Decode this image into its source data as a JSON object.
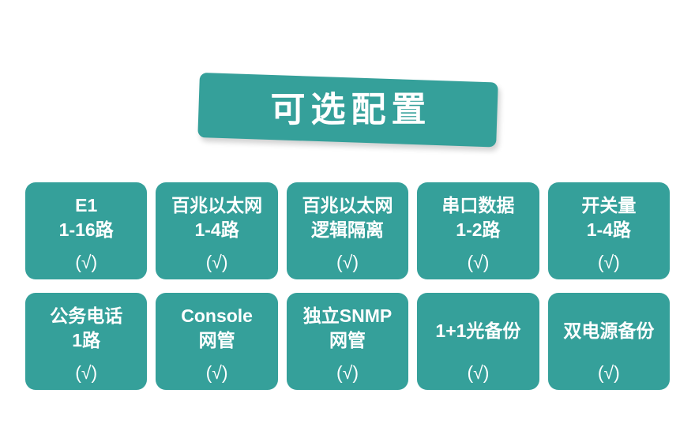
{
  "page": {
    "background_color": "#ffffff",
    "accent_color": "#35a09a",
    "text_color": "#ffffff"
  },
  "banner": {
    "title": "可选配置",
    "color": "#35a09a"
  },
  "options": {
    "check_mark": "(√)",
    "rows": [
      [
        {
          "lines": [
            "E1",
            "1-16路"
          ],
          "check": "(√)",
          "centered": false
        },
        {
          "lines": [
            "百兆以太网",
            "1-4路"
          ],
          "check": "(√)",
          "centered": false
        },
        {
          "lines": [
            "百兆以太网",
            "逻辑隔离"
          ],
          "check": "(√)",
          "centered": false
        },
        {
          "lines": [
            "串口数据",
            "1-2路"
          ],
          "check": "(√)",
          "centered": false
        },
        {
          "lines": [
            "开关量",
            "1-4路"
          ],
          "check": "(√)",
          "centered": false
        }
      ],
      [
        {
          "lines": [
            "公务电话",
            "1路"
          ],
          "check": "(√)",
          "centered": false
        },
        {
          "lines": [
            "Console",
            "网管"
          ],
          "check": "(√)",
          "centered": false
        },
        {
          "lines": [
            "独立SNMP",
            "网管"
          ],
          "check": "(√)",
          "centered": false
        },
        {
          "lines": [
            "1+1光备份"
          ],
          "check": "(√)",
          "centered": true
        },
        {
          "lines": [
            "双电源备份"
          ],
          "check": "(√)",
          "centered": true
        }
      ]
    ]
  }
}
